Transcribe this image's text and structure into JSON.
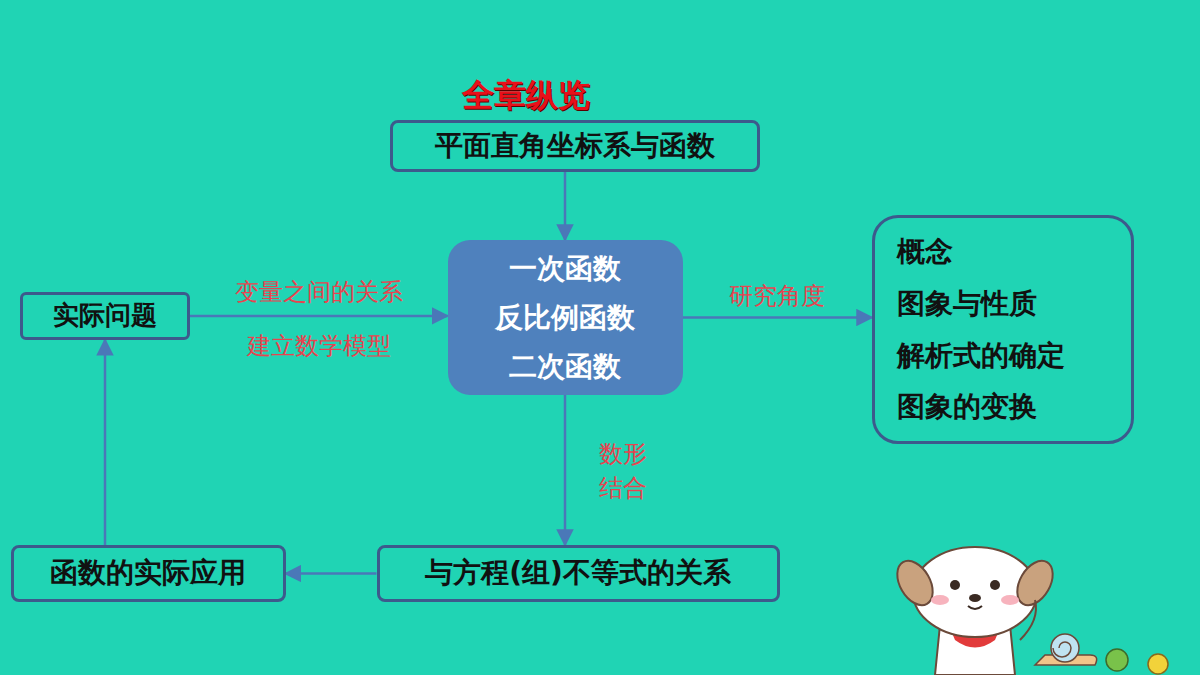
{
  "diagram": {
    "title": "全章纵览",
    "nodes": [
      {
        "text": [
          "平面直角坐标系与函数"
        ]
      },
      {
        "text": [
          "一次函数",
          "反比例函数",
          "二次函数"
        ]
      },
      {
        "text": [
          "概念",
          "图象与性质",
          "解析式的确定",
          "图象的变换"
        ]
      },
      {
        "text": [
          "实际问题"
        ]
      },
      {
        "text": [
          "与方程(组)不等式的关系"
        ]
      },
      {
        "text": [
          "函数的实际应用"
        ]
      }
    ],
    "edges": [
      {
        "from": 0,
        "to": 1,
        "arrow": "to"
      },
      {
        "from": 3,
        "to": 1,
        "label": "变量之间的关系",
        "arrow": "to"
      },
      {
        "from": 1,
        "to": 2,
        "label": "研究角度",
        "arrow": "to"
      },
      {
        "from": 1,
        "to": 4,
        "label": "数形结合",
        "arrow": "to"
      },
      {
        "from": 4,
        "to": 5,
        "arrow": "to"
      },
      {
        "from": 5,
        "to": 3,
        "arrow": "to"
      }
    ],
    "labels": [
      "建立数学模型"
    ]
  }
}
